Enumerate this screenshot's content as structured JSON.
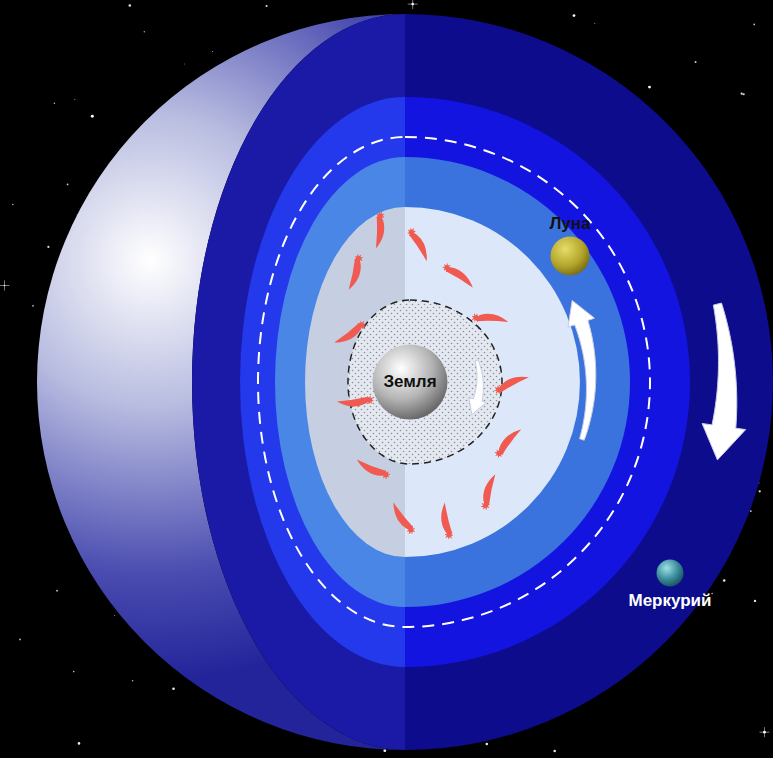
{
  "diagram": {
    "nodes": [
      {
        "text": [
          "Луна"
        ]
      },
      {
        "text": [
          "Земля"
        ]
      },
      {
        "text": [
          "Меркурий"
        ]
      }
    ]
  }
}
